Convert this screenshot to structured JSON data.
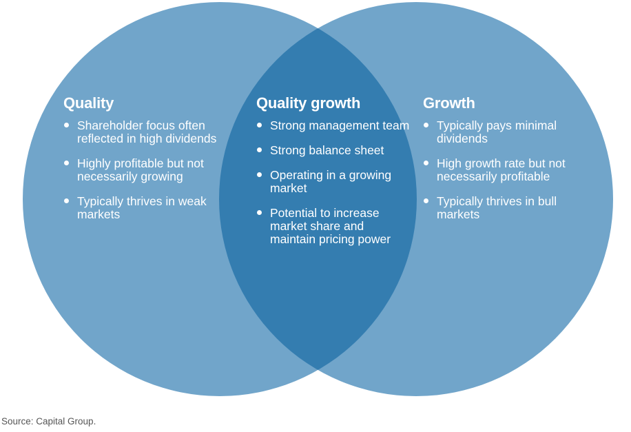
{
  "colors": {
    "circle": "#71a5ca",
    "overlap": "#347db0",
    "text": "#ffffff",
    "source_text": "#555555"
  },
  "venn": {
    "left": {
      "title": "Quality",
      "bullets": [
        "Shareholder focus often reflected in high dividends",
        "Highly profitable but not necessarily growing",
        "Typically thrives in weak markets"
      ]
    },
    "overlap": {
      "title": "Quality growth",
      "bullets": [
        "Strong management team",
        "Strong balance sheet",
        "Operating in a growing market",
        "Potential to increase market share and maintain pricing power"
      ]
    },
    "right": {
      "title": "Growth",
      "bullets": [
        "Typically pays minimal dividends",
        "High growth rate but not necessarily profitable",
        "Typically thrives in bull markets"
      ]
    }
  },
  "footer": {
    "source": "Source: Capital Group."
  }
}
